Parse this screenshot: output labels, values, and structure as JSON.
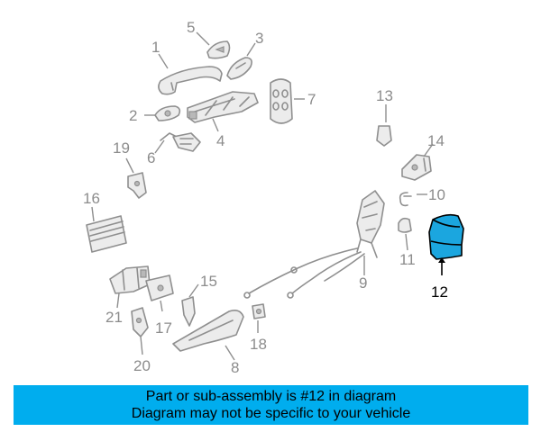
{
  "parts": [
    {
      "id": "1",
      "label": "1"
    },
    {
      "id": "2",
      "label": "2"
    },
    {
      "id": "3",
      "label": "3"
    },
    {
      "id": "4",
      "label": "4"
    },
    {
      "id": "5",
      "label": "5"
    },
    {
      "id": "6",
      "label": "6"
    },
    {
      "id": "7",
      "label": "7"
    },
    {
      "id": "8",
      "label": "8"
    },
    {
      "id": "9",
      "label": "9"
    },
    {
      "id": "10",
      "label": "10"
    },
    {
      "id": "11",
      "label": "11"
    },
    {
      "id": "12",
      "label": "12"
    },
    {
      "id": "13",
      "label": "13"
    },
    {
      "id": "14",
      "label": "14"
    },
    {
      "id": "15",
      "label": "15"
    },
    {
      "id": "16",
      "label": "16"
    },
    {
      "id": "17",
      "label": "17"
    },
    {
      "id": "18",
      "label": "18"
    },
    {
      "id": "19",
      "label": "19"
    },
    {
      "id": "20",
      "label": "20"
    },
    {
      "id": "21",
      "label": "21"
    }
  ],
  "highlighted_part": "12",
  "colors": {
    "highlight": "#1ba6df",
    "banner": "#00adee"
  },
  "banner": {
    "line1": "Part or sub-assembly is #12 in diagram",
    "line2": "Diagram may not be specific to your vehicle"
  }
}
